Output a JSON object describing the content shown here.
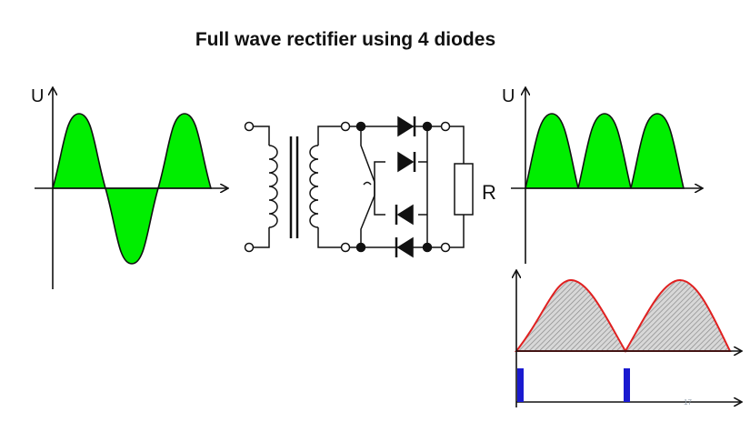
{
  "title": "Full wave rectifier using 4 diodes",
  "labels": {
    "input_axis": "U",
    "output_axis": "U",
    "resistor": "R",
    "slide_number": "17"
  },
  "colors": {
    "wave_fill": "#00ee00",
    "waveform_line": "#e02020",
    "pulse": "#1a1ad0",
    "hatch": "#999999"
  }
}
